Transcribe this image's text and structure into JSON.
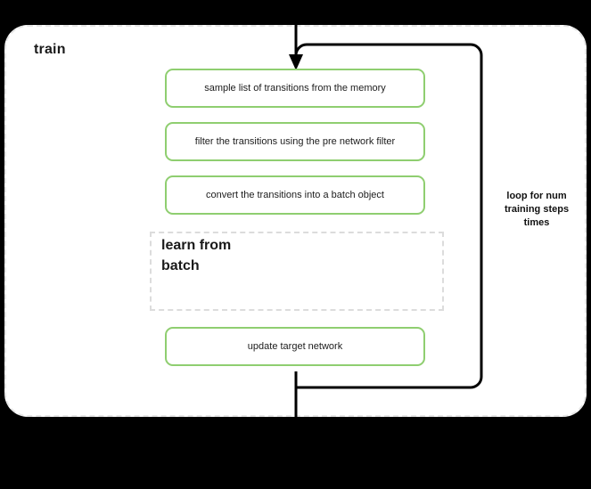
{
  "diagram": {
    "title": "train",
    "background_color": "#000000",
    "surface_color": "#ffffff",
    "node_border_color": "#8fce70",
    "subgraph_border_color": "#dcdcdc",
    "container_border_color": "#e6e6e6",
    "edge_color": "#000000"
  },
  "nodes": [
    {
      "id": "sample",
      "label": "sample list of transitions from the memory"
    },
    {
      "id": "filter",
      "label": "filter the transitions using the pre network filter"
    },
    {
      "id": "convert",
      "label": "convert the transitions into a batch object"
    },
    {
      "id": "update",
      "label": "update target network"
    }
  ],
  "subgraph": {
    "id": "learn-from-batch",
    "title": "learn from\nbatch",
    "title_line_1": "learn from",
    "title_line_2": "batch"
  },
  "annotations": {
    "loop_label": "loop for num\ntraining steps\ntimes",
    "loop_label_line_1": "loop for num",
    "loop_label_line_2": "training steps",
    "loop_label_line_3": "times"
  },
  "edges": [
    {
      "id": "entry-arrow",
      "from": "outside-top",
      "to": "sample",
      "arrowhead": true
    },
    {
      "id": "loop-back",
      "from": "update-bottom",
      "to": "sample-top",
      "arrowhead": false
    },
    {
      "id": "exit",
      "from": "update",
      "to": "outside-bottom",
      "arrowhead": false
    }
  ]
}
